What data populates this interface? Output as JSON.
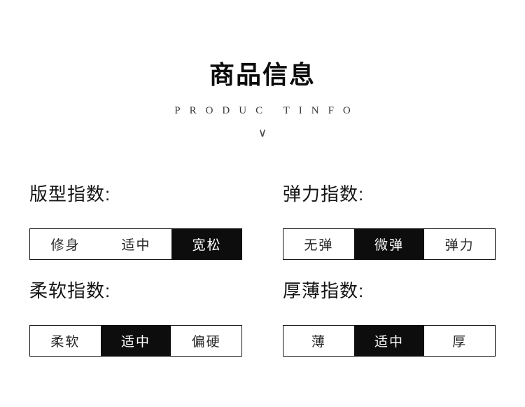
{
  "page": {
    "background": "#ffffff",
    "accent_black": "#0d0d0d"
  },
  "header": {
    "title": "商品信息",
    "subtitle": "PRODUC TINFO",
    "chevron": "∨"
  },
  "indices": [
    {
      "label": "版型指数:",
      "options": [
        "修身",
        "适中",
        "宽松"
      ],
      "selected": 2
    },
    {
      "label": "弹力指数:",
      "options": [
        "无弹",
        "微弹",
        "弹力"
      ],
      "selected": 1
    },
    {
      "label": "柔软指数:",
      "options": [
        "柔软",
        "适中",
        "偏硬"
      ],
      "selected": 1
    },
    {
      "label": "厚薄指数:",
      "options": [
        "薄",
        "适中",
        "厚"
      ],
      "selected": 1
    }
  ]
}
